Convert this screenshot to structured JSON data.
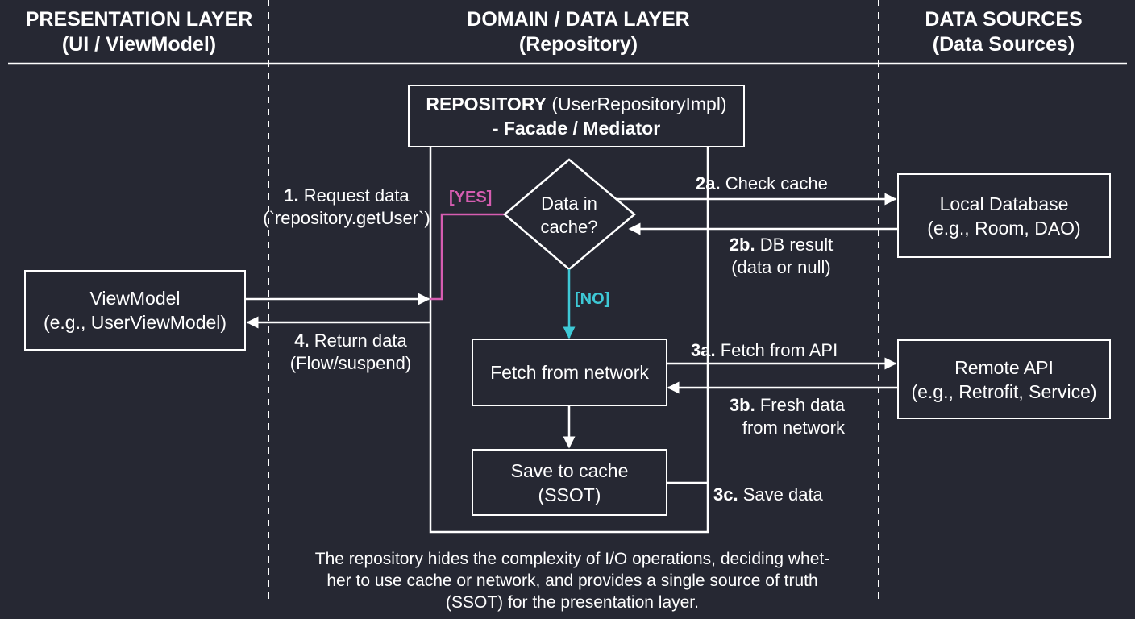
{
  "columns": {
    "presentation": {
      "title": "PRESENTATION LAYER",
      "subtitle": "(UI / ViewModel)"
    },
    "domain": {
      "title": "DOMAIN / DATA LAYER",
      "subtitle": "(Repository)"
    },
    "sources": {
      "title": "DATA SOURCES",
      "subtitle": "(Data Sources)"
    }
  },
  "repository": {
    "name": "REPOSITORY",
    "impl": "(UserRepositoryImpl)",
    "role": "- Facade / Mediator"
  },
  "decision": {
    "line1": "Data in",
    "line2": "cache?",
    "yes": "[YES]",
    "no": "[NO]"
  },
  "viewmodel": {
    "line1": "ViewModel",
    "line2": "(e.g., UserViewModel)"
  },
  "fetch_box": {
    "label": "Fetch from network"
  },
  "save_box": {
    "line1": "Save to cache",
    "line2": "(SSOT)"
  },
  "local_db": {
    "line1": "Local Database",
    "line2": "(e.g., Room, DAO)"
  },
  "remote_api": {
    "line1": "Remote API",
    "line2": "(e.g., Retrofit, Service)"
  },
  "steps": {
    "s1": {
      "num": "1.",
      "text": "Request data",
      "line2": "(`repository.getUser`)"
    },
    "s4": {
      "num": "4.",
      "text": "Return data",
      "line2": "(Flow/suspend)"
    },
    "s2a": {
      "num": "2a.",
      "text": "Check cache"
    },
    "s2b": {
      "num": "2b.",
      "text": "DB result",
      "line2": "(data or null)"
    },
    "s3a": {
      "num": "3a.",
      "text": "Fetch from API"
    },
    "s3b": {
      "num": "3b.",
      "text": "Fresh data",
      "line2": "from network"
    },
    "s3c": {
      "num": "3c.",
      "text": "Save data"
    }
  },
  "footnote": {
    "line1": "The repository hides the complexity of I/O operations, deciding whet-",
    "line2": "her to use cache or network, and provides a single source of truth",
    "line3": "(SSOT) for the presentation layer."
  },
  "colors": {
    "background": "#262833",
    "foreground": "#ffffff",
    "yes_path": "#d65db1",
    "no_path": "#3ec9d6"
  }
}
